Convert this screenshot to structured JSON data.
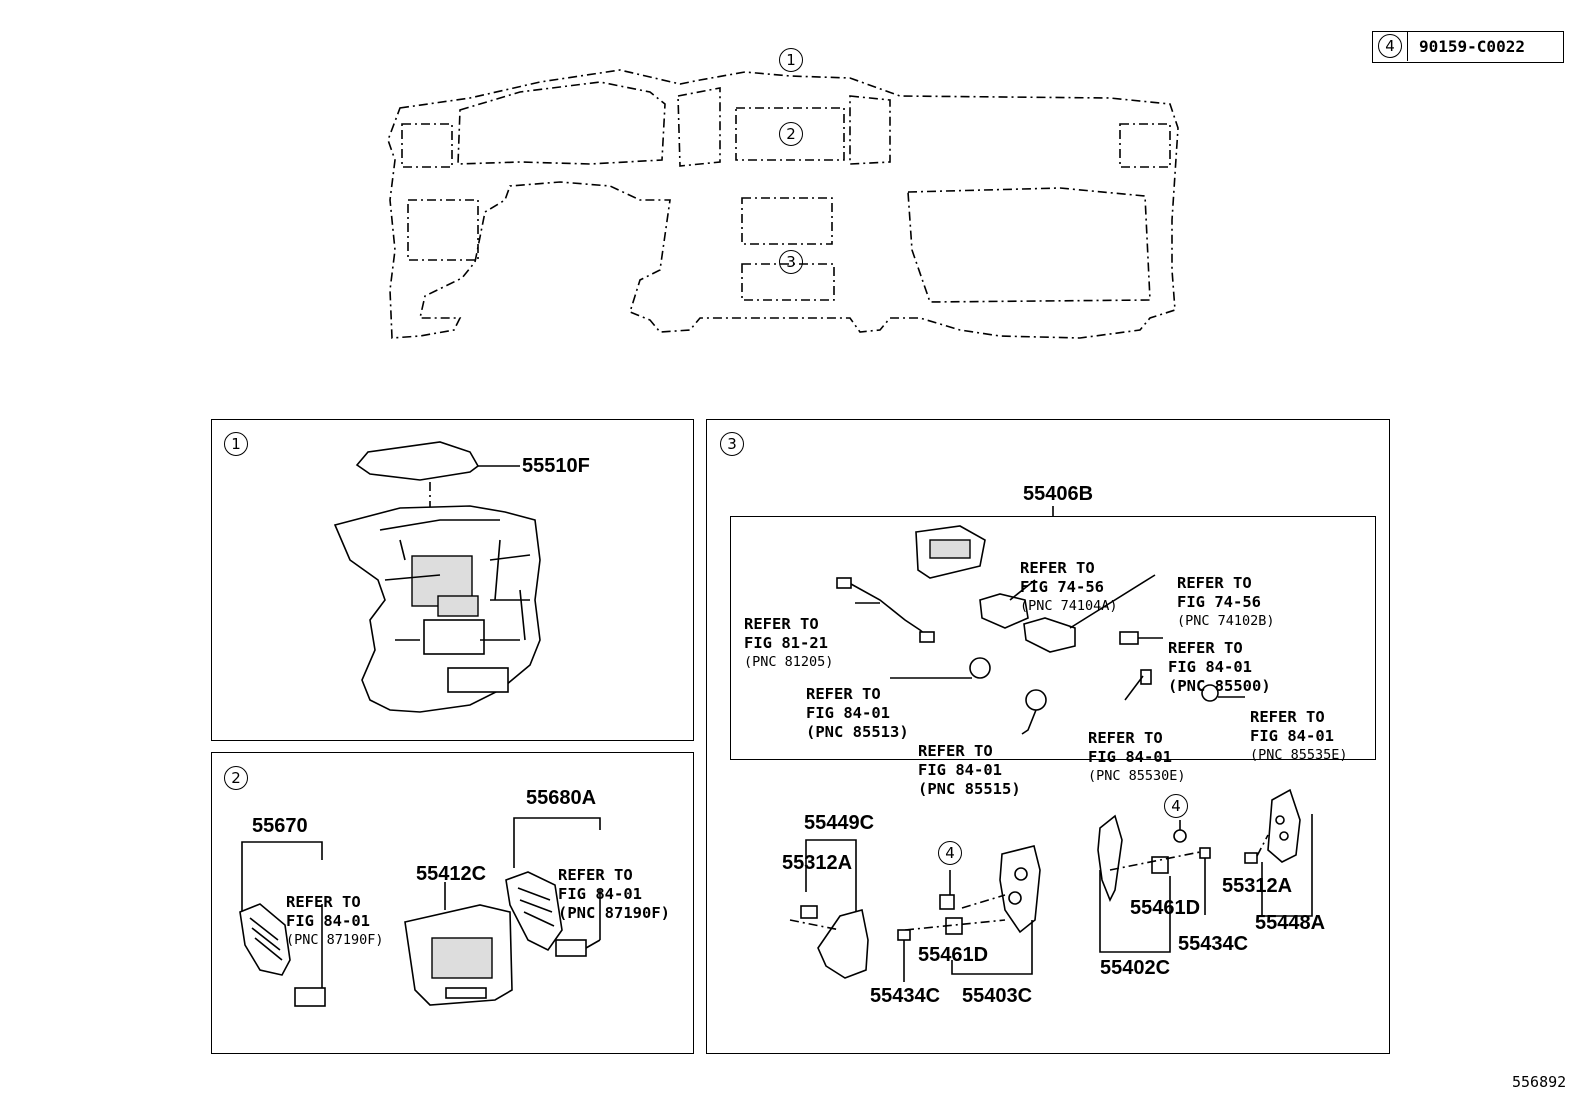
{
  "header": {
    "callout_number": "4",
    "part_number": "90159-C0022"
  },
  "overview": {
    "markers": [
      "1",
      "2",
      "3"
    ]
  },
  "panel1": {
    "marker": "1",
    "parts": [
      "55510F"
    ]
  },
  "panel2": {
    "marker": "2",
    "parts": [
      "55670",
      "55412C",
      "55680A"
    ],
    "refs": [
      {
        "line1": "REFER TO",
        "line2": "FIG 84-01",
        "line3": "(PNC 87190F)"
      },
      {
        "line1": "REFER TO",
        "line2": "FIG 84-01",
        "line3": "(PNC 87190F)"
      }
    ]
  },
  "panel3": {
    "marker": "3",
    "parts": [
      "55406B",
      "55449C",
      "55312A",
      "55461D",
      "55434C",
      "55403C",
      "55402C",
      "55461D",
      "55434C",
      "55312A",
      "55448A"
    ],
    "screw_markers": [
      "4",
      "4"
    ],
    "refs": [
      {
        "line1": "REFER TO",
        "line2": "FIG 74-56",
        "line3": "(PNC 74104A)"
      },
      {
        "line1": "REFER TO",
        "line2": "FIG 74-56",
        "line3": "(PNC 74102B)"
      },
      {
        "line1": "REFER TO",
        "line2": "FIG 81-21",
        "line3": "(PNC 81205)"
      },
      {
        "line1": "REFER TO",
        "line2": "FIG 84-01",
        "line3": "(PNC 85500)"
      },
      {
        "line1": "REFER TO",
        "line2": "FIG 84-01",
        "line3": "(PNC 85513)"
      },
      {
        "line1": "REFER TO",
        "line2": "FIG 84-01",
        "line3": "(PNC 85515)"
      },
      {
        "line1": "REFER TO",
        "line2": "FIG 84-01",
        "line3": "(PNC 85530E)"
      },
      {
        "line1": "REFER TO",
        "line2": "FIG 84-01",
        "line3": "(PNC 85535E)"
      }
    ]
  },
  "footer": {
    "diagram_id": "556892"
  }
}
